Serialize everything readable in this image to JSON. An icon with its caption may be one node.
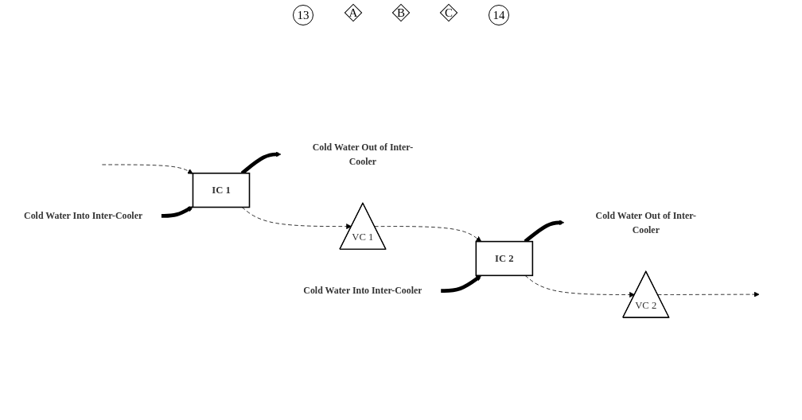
{
  "diagram": {
    "nodes": [
      {
        "text": [
          "Cold Water Into Inter-Cooler"
        ]
      },
      {
        "text": [
          "IC 1"
        ]
      },
      {
        "text": [
          "Cold Water Out of Inter-Cooler"
        ]
      },
      {
        "text": [
          "VC 1"
        ]
      },
      {
        "text": [
          "Cold Water Into Inter-Cooler"
        ]
      },
      {
        "text": [
          "IC 2"
        ]
      },
      {
        "text": [
          "Cold Water Out of Inter-Cooler"
        ]
      },
      {
        "text": [
          "VC 2"
        ]
      }
    ],
    "edges": [
      {
        "from": null,
        "to": 1,
        "arrow": "to",
        "style": "dashed"
      },
      {
        "from": 0,
        "to": 1,
        "arrow": "to",
        "style": "thick"
      },
      {
        "from": 1,
        "to": 2,
        "arrow": "to",
        "style": "thick"
      },
      {
        "from": 1,
        "to": 3,
        "arrow": "to",
        "style": "dashed"
      },
      {
        "from": 3,
        "to": 5,
        "arrow": "to",
        "style": "dashed"
      },
      {
        "from": 4,
        "to": 5,
        "arrow": "to",
        "style": "thick"
      },
      {
        "from": 5,
        "to": 6,
        "arrow": "to",
        "style": "thick"
      },
      {
        "from": 5,
        "to": 7,
        "arrow": "to",
        "style": "dashed"
      },
      {
        "from": 7,
        "to": null,
        "arrow": "to",
        "style": "dashed"
      }
    ],
    "labels": [
      "13",
      "A",
      "B",
      "C",
      "14"
    ]
  }
}
